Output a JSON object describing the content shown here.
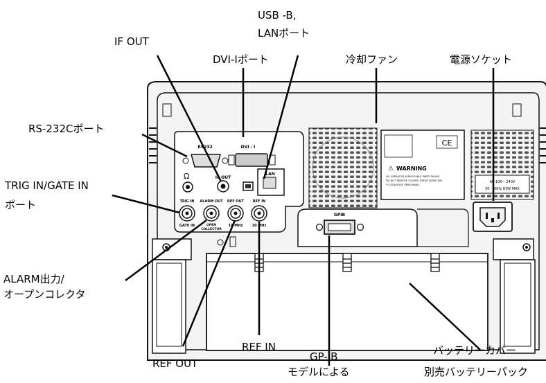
{
  "callouts": {
    "usb_lan_line1": "USB -B,",
    "usb_lan_line2": "LANポート",
    "if_out": "IF OUT",
    "dvi": "DVI-Iポート",
    "fan": "冷却ファン",
    "power_socket": "電源ソケット",
    "rs232c": "RS-232Cポート",
    "trig_line1": "TRIG IN/GATE IN",
    "trig_line2": "ポート",
    "alarm_line1": "ALARM出力/",
    "alarm_line2": "オープンコレクタ",
    "ref_out": "REF OUT",
    "ref_in": "REF IN",
    "gpib_line1": "GP-IB",
    "gpib_line2": "モデルによる",
    "battery_line1": "バッテリーカバー",
    "battery_line2": "別売バッテリーパック"
  },
  "panel_labels": {
    "rs232": "RS232",
    "dvi": "DVI - I",
    "if_out": "IF OUT",
    "lan": "LAN",
    "trig_in": "TRIG IN",
    "gate_in": "GATE IN",
    "alarm_out": "ALARM OUT",
    "open": "OPEN",
    "collector": "COLLECTOR",
    "ref_out": "REF OUT",
    "ref_out_freq": "10 MHz",
    "ref_in": "REF IN",
    "ref_in_freq": "10 MHz",
    "gpib": "GPIB",
    "warning": "WARNING",
    "warning_text1": "NO OPERATOR SERVICEABLE PARTS INSIDE.",
    "warning_text2": "DO NOT REMOVE COVERS. REFER SERVICING",
    "warning_text3": "TO QUALIFIED PERSONNEL.",
    "ce": "CE",
    "ac_rating1": "AC 100~ 240V",
    "ac_rating2": "50 - 60Hz  83W  MAX"
  }
}
